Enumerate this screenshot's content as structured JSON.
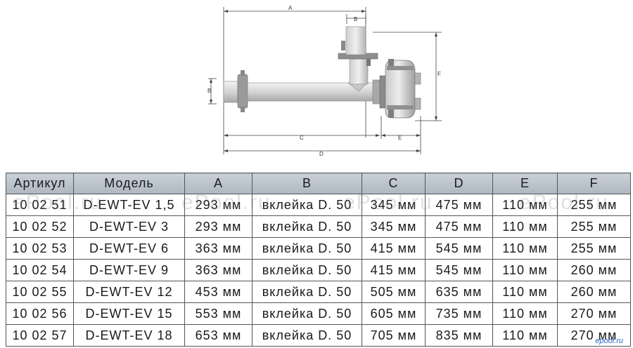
{
  "drawing": {
    "dimension_labels": {
      "a": "A",
      "b_top": "B",
      "b_left": "B",
      "c": "C",
      "d": "D",
      "e": "E",
      "f": "F"
    }
  },
  "table": {
    "headers": [
      "Артикул",
      "Модель",
      "A",
      "B",
      "C",
      "D",
      "E",
      "F"
    ],
    "rows": [
      [
        "10 02 51",
        "D-EWT-EV 1,5",
        "293 мм",
        "вклейка D. 50",
        "345 мм",
        "475 мм",
        "110 мм",
        "255 мм"
      ],
      [
        "10 02 52",
        "D-EWT-EV 3",
        "293 мм",
        "вклейка D. 50",
        "345 мм",
        "475 мм",
        "110 мм",
        "255 мм"
      ],
      [
        "10 02 53",
        "D-EWT-EV 6",
        "363 мм",
        "вклейка D. 50",
        "415 мм",
        "545 мм",
        "110 мм",
        "255 мм"
      ],
      [
        "10 02 54",
        "D-EWT-EV 9",
        "363 мм",
        "вклейка D. 50",
        "415 мм",
        "545 мм",
        "110 мм",
        "260 мм"
      ],
      [
        "10 02 55",
        "D-EWT-EV 12",
        "453 мм",
        "вклейка D. 50",
        "505 мм",
        "635 мм",
        "110 мм",
        "260 мм"
      ],
      [
        "10 02 56",
        "D-EWT-EV 15",
        "553 мм",
        "вклейка D. 50",
        "605 мм",
        "735 мм",
        "110 мм",
        "270 мм"
      ],
      [
        "10 02 57",
        "D-EWT-EV 18",
        "653 мм",
        "вклейка D. 50",
        "705 мм",
        "835 мм",
        "110 мм",
        "270 мм"
      ]
    ]
  },
  "watermark": {
    "text": "ePool.ru"
  },
  "brand_mark": {
    "text": "epool.ru"
  }
}
